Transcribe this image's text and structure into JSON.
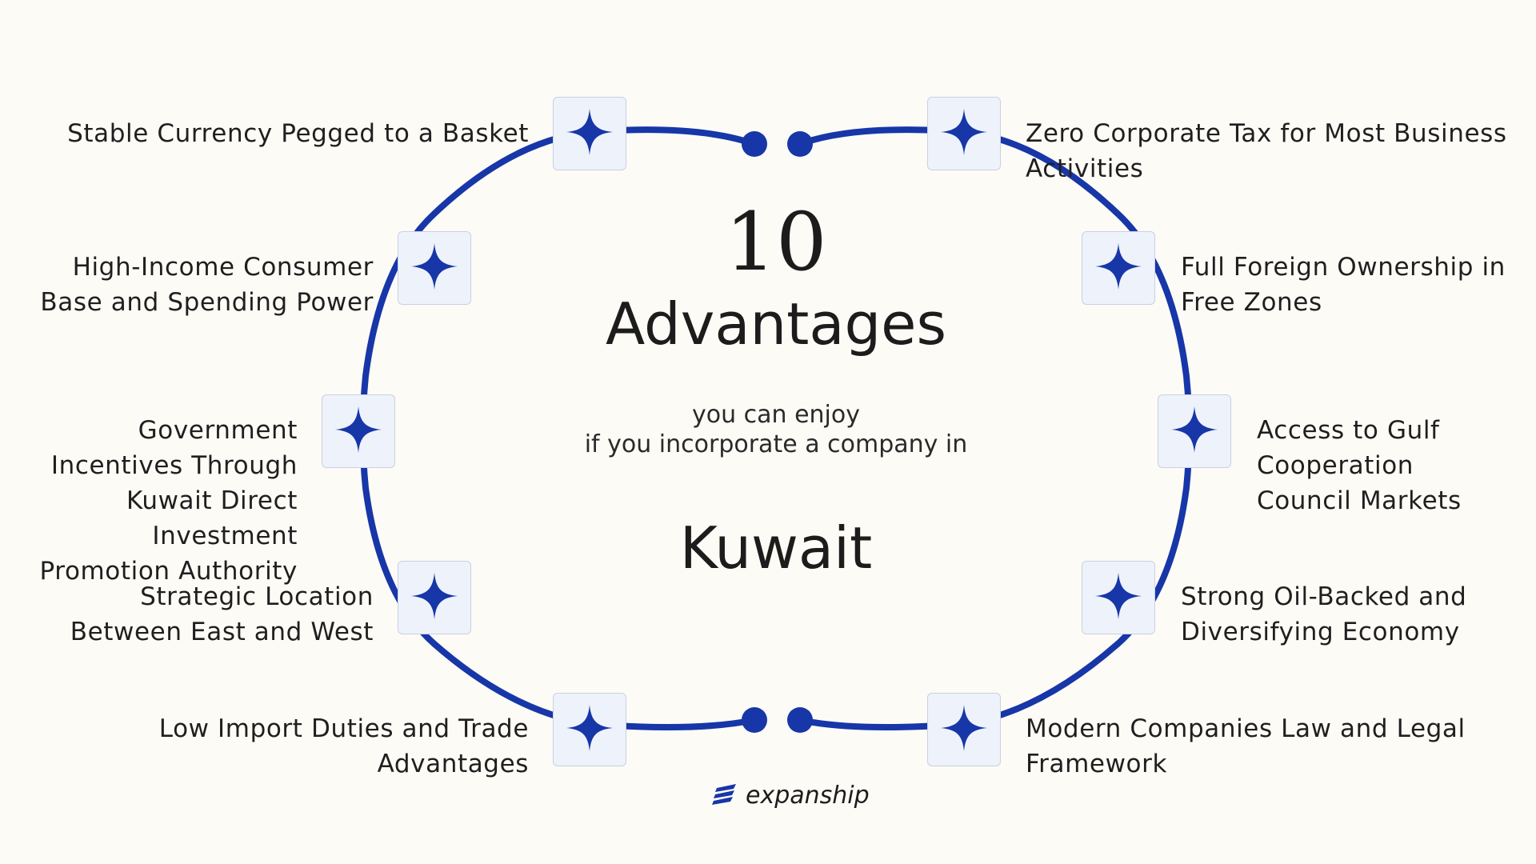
{
  "center": {
    "number": "10",
    "title": "Advantages",
    "subtitle_line1": "you can enjoy",
    "subtitle_line2": "if you incorporate a company in",
    "country": "Kuwait"
  },
  "advantages": [
    {
      "lines": [
        "Stable Currency Pegged to a Basket"
      ]
    },
    {
      "lines": [
        "Zero Corporate Tax for Most Business",
        "Activities"
      ]
    },
    {
      "lines": [
        "High-Income Consumer",
        "Base and Spending Power"
      ]
    },
    {
      "lines": [
        "Full Foreign Ownership in",
        "Free Zones"
      ]
    },
    {
      "lines": [
        "Government",
        "Incentives Through",
        "Kuwait Direct",
        "Investment",
        "Promotion Authority"
      ]
    },
    {
      "lines": [
        "Access to Gulf",
        "Cooperation",
        "Council Markets"
      ]
    },
    {
      "lines": [
        "Strategic Location",
        "Between East and West"
      ]
    },
    {
      "lines": [
        "Strong Oil-Backed and",
        "Diversifying Economy"
      ]
    },
    {
      "lines": [
        "Low Import Duties and Trade",
        "Advantages"
      ]
    },
    {
      "lines": [
        "Modern Companies Law and Legal",
        "Framework"
      ]
    }
  ],
  "logo": {
    "text": "expanship"
  },
  "icons": {
    "node": "four-point-star-icon",
    "logo": "expanship-logo-icon"
  },
  "colors": {
    "background": "#fdfbf6",
    "accent": "#1736a8",
    "node_bg": "#eef2fb",
    "text": "#1c1c1c"
  }
}
